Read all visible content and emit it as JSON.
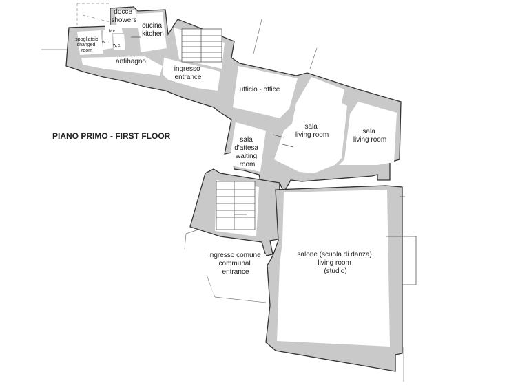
{
  "floor_title": "PIANO PRIMO - FIRST FLOOR",
  "rooms": {
    "docce": [
      "docce",
      "showers"
    ],
    "cucina": [
      "cucina",
      "kitchen"
    ],
    "tav": [
      "tav."
    ],
    "wc1": [
      "w.c."
    ],
    "wc2": [
      "w.c."
    ],
    "spogliatoio": [
      "spogliatoio",
      "changed",
      "room"
    ],
    "antibagno": [
      "antibagno"
    ],
    "ingresso": [
      "ingresso",
      "entrance"
    ],
    "ufficio": [
      "ufficio - office"
    ],
    "sala_attesa": [
      "sala",
      "d'attesa",
      "waiting",
      "room"
    ],
    "sala1": [
      "sala",
      "living room"
    ],
    "sala2": [
      "sala",
      "living room"
    ],
    "ingresso_comune": [
      "ingresso comune",
      "communal",
      "entrance"
    ],
    "salone": [
      "salone (scuola di danza)",
      "living room",
      "(studio)"
    ]
  }
}
